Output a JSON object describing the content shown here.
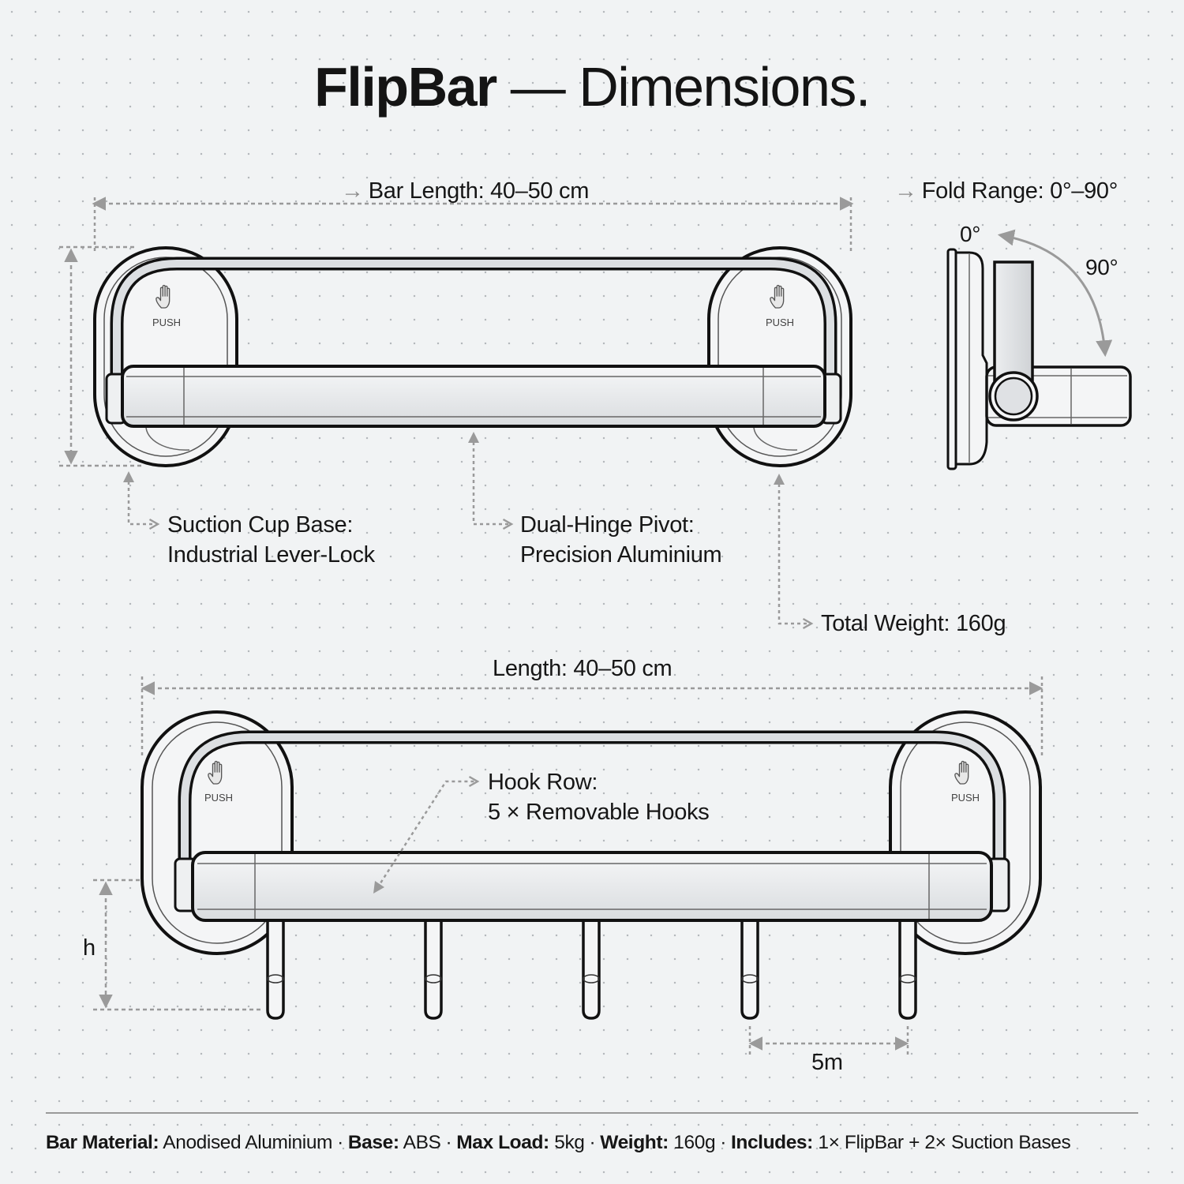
{
  "title": {
    "bold": "FlipBar",
    "rest": " — Dimensions."
  },
  "top_view": {
    "bar_length_label": "Bar Length: 40–50 cm",
    "push_label": "PUSH",
    "suction_callout": {
      "line1": "Suction Cup Base:",
      "line2": "Industrial Lever-Lock"
    },
    "hinge_callout": {
      "line1": "Dual-Hinge Pivot:",
      "line2": "Precision Aluminium"
    },
    "weight_callout": "Total Weight: 160g"
  },
  "side_view": {
    "fold_range_label": "Fold Range: 0°–90°",
    "angle_start": "0°",
    "angle_end": "90°"
  },
  "bottom_view": {
    "length_label": "Length: 40–50 cm",
    "push_label": "PUSH",
    "hook_callout": {
      "line1": "Hook Row:",
      "line2": "5 × Removable Hooks"
    },
    "height_label": "h",
    "spacing_label": "5m",
    "hook_count": 5
  },
  "arrow_glyph": "→",
  "colors": {
    "background": "#f1f3f4",
    "grid_dot": "#b4b8bc",
    "outline": "#111111",
    "annotation": "#9a9a9a",
    "bar_fill": "#e4e6e8"
  },
  "footer": {
    "items": [
      {
        "key": "Bar Material:",
        "value": "Anodised Aluminium"
      },
      {
        "key": "Base:",
        "value": "ABS"
      },
      {
        "key": "Max Load:",
        "value": "5kg"
      },
      {
        "key": "Weight:",
        "value": "160g"
      },
      {
        "key": "Includes:",
        "value": "1× FlipBar + 2× Suction Bases"
      }
    ],
    "separator": "·"
  }
}
